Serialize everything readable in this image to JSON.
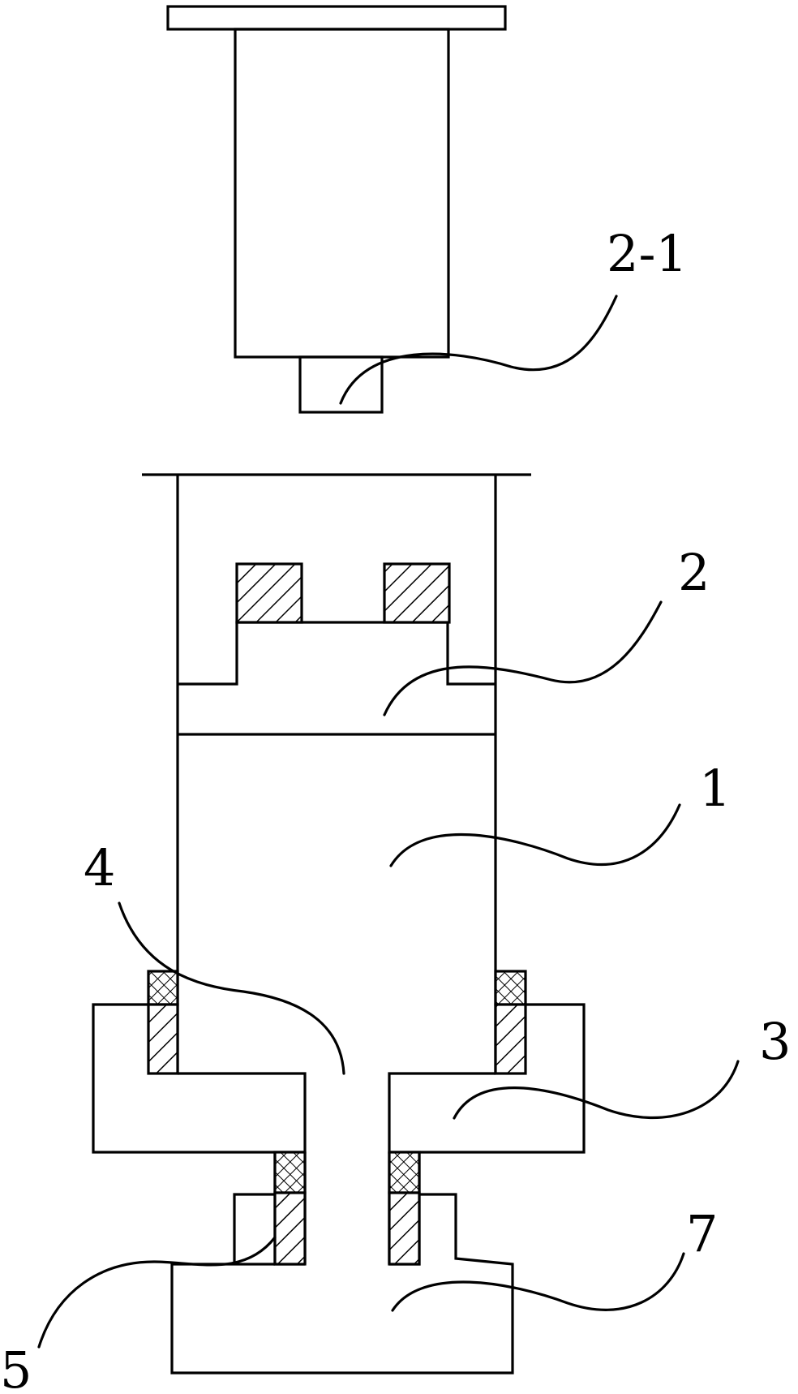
{
  "labels": {
    "part_2_1": "2-1",
    "part_2": "2",
    "part_1": "1",
    "part_4": "4",
    "part_3": "3",
    "part_7": "7",
    "part_5": "5"
  },
  "colors": {
    "line": "#000000",
    "background": "#ffffff"
  }
}
